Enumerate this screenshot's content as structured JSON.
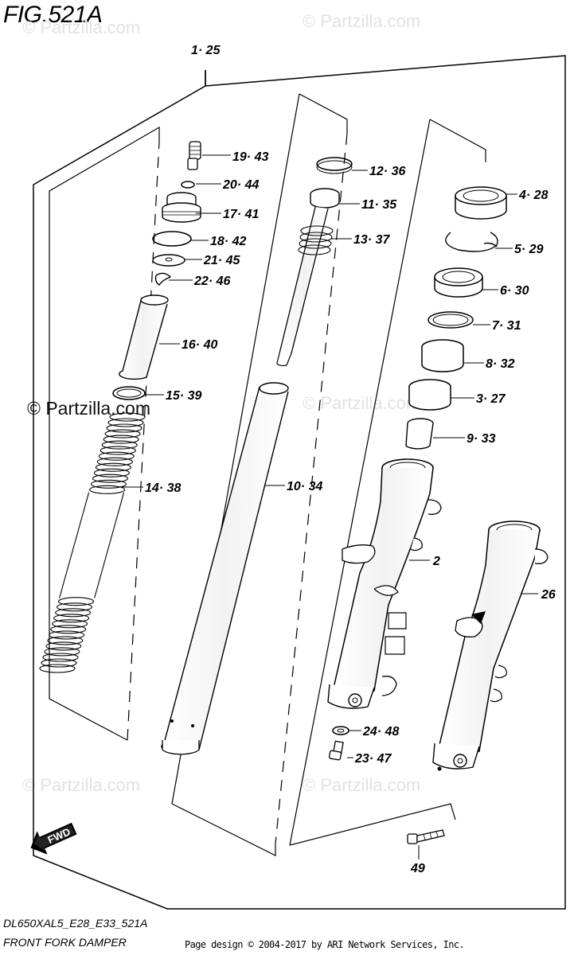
{
  "figure": {
    "title": "FIG.521A",
    "code": "DL650XAL5_E28_E33_521A",
    "name": "FRONT FORK DAMPER"
  },
  "watermarks": {
    "faint": "© Partzilla.com",
    "dark": "© Partzilla.com"
  },
  "footer": {
    "credit": "Page design © 2004-2017 by ARI Network Services, Inc."
  },
  "direction": {
    "label": "FWD"
  },
  "callouts": [
    {
      "id": "1-25",
      "text": "1· 25"
    },
    {
      "id": "19-43",
      "text": "19· 43"
    },
    {
      "id": "20-44",
      "text": "20· 44"
    },
    {
      "id": "17-41",
      "text": "17· 41"
    },
    {
      "id": "18-42",
      "text": "18· 42"
    },
    {
      "id": "21-45",
      "text": "21· 45"
    },
    {
      "id": "22-46",
      "text": "22· 46"
    },
    {
      "id": "16-40",
      "text": "16· 40"
    },
    {
      "id": "15-39",
      "text": "15· 39"
    },
    {
      "id": "14-38",
      "text": "14· 38"
    },
    {
      "id": "12-36",
      "text": "12· 36"
    },
    {
      "id": "11-35",
      "text": "11· 35"
    },
    {
      "id": "13-37",
      "text": "13· 37"
    },
    {
      "id": "10-34",
      "text": "10· 34"
    },
    {
      "id": "4-28",
      "text": "4· 28"
    },
    {
      "id": "5-29",
      "text": "5· 29"
    },
    {
      "id": "6-30",
      "text": "6· 30"
    },
    {
      "id": "7-31",
      "text": "7· 31"
    },
    {
      "id": "8-32",
      "text": "8· 32"
    },
    {
      "id": "3-27",
      "text": "3· 27"
    },
    {
      "id": "9-33",
      "text": "9· 33"
    },
    {
      "id": "2",
      "text": "2"
    },
    {
      "id": "26",
      "text": "26"
    },
    {
      "id": "24-48",
      "text": "24· 48"
    },
    {
      "id": "23-47",
      "text": "23· 47"
    },
    {
      "id": "49",
      "text": "49"
    }
  ]
}
